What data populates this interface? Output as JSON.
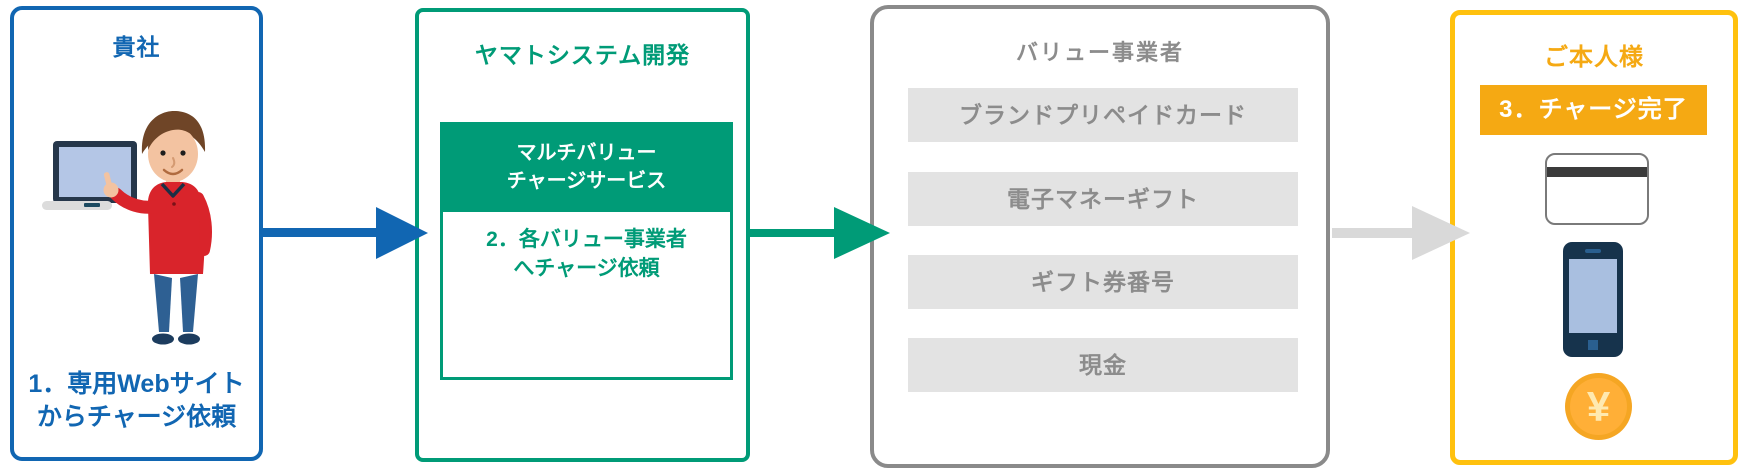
{
  "boxes": {
    "company": {
      "title": "貴社",
      "caption_line1": "1．専用Webサイト",
      "caption_line2": "からチャージ依頼",
      "accent_color": "#1166B2"
    },
    "yamato": {
      "title": "ヤマトシステム開発",
      "service_name_line1": "マルチバリュー",
      "service_name_line2": "チャージサービス",
      "step_line1": "2．各バリュー事業者",
      "step_line2": "へチャージ依頼",
      "accent_color": "#009B77"
    },
    "value_providers": {
      "title": "バリュー事業者",
      "items": [
        "ブランドプリペイドカード",
        "電子マネーギフト",
        "ギフト券番号",
        "現金"
      ],
      "accent_color": "#8C8C8C",
      "item_bg_color": "#E3E3E3"
    },
    "recipient": {
      "title": "ご本人様",
      "badge": "3．チャージ完了",
      "yen_symbol": "¥",
      "border_color": "#FFC10E",
      "accent_color": "#F5A913"
    }
  },
  "arrows": [
    {
      "name": "company-to-yamato",
      "color": "#1166B2"
    },
    {
      "name": "yamato-to-value-providers",
      "color": "#009B77"
    },
    {
      "name": "value-providers-to-recipient",
      "color": "#D9D9D9"
    }
  ],
  "icons": [
    "person-with-laptop-illustration",
    "credit-card-icon",
    "smartphone-icon",
    "yen-coin-icon"
  ]
}
